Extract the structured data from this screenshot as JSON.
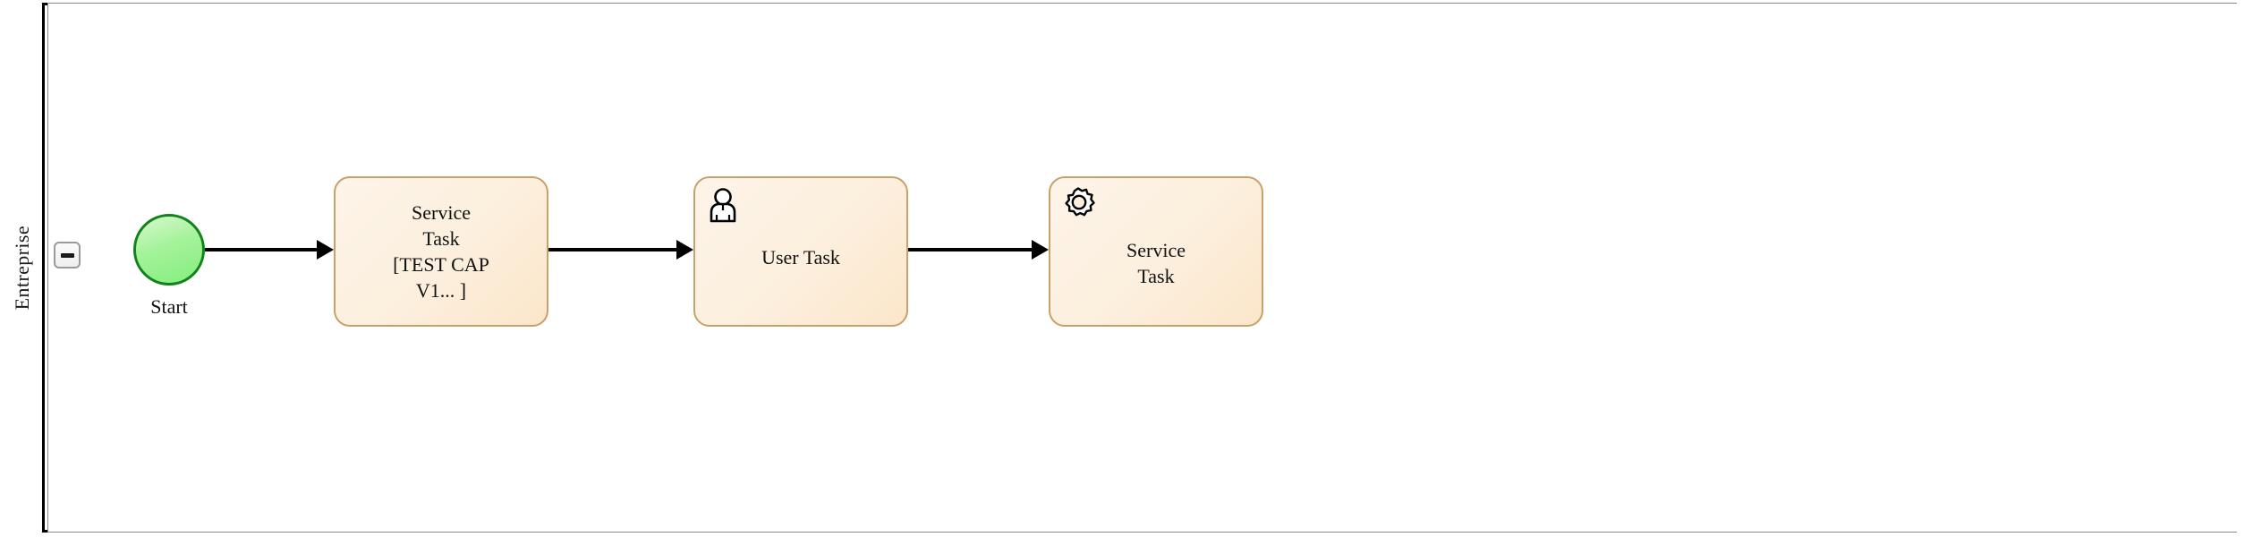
{
  "diagram": {
    "type": "bpmn-process",
    "pool": {
      "lane_label": "Entreprise",
      "collapse_button": {
        "icon": "minus-icon",
        "state": "expanded"
      }
    },
    "colors": {
      "pool_border": "#000000",
      "lane_divider": "#8a8a8a",
      "task_fill": "#fcefdd",
      "task_border": "#c8a06c",
      "start_fill": "#a4f29a",
      "start_border": "#12821a",
      "flow_stroke": "#000000",
      "canvas_background": "#ffffff"
    },
    "nodes": [
      {
        "id": "start-event",
        "kind": "start-event",
        "label": "Start",
        "icon": "none"
      },
      {
        "id": "task-1",
        "kind": "service-task",
        "label": "Service\nTask\n[TEST CAP\nV1... ]",
        "icon": "none"
      },
      {
        "id": "task-2",
        "kind": "user-task",
        "label": "User Task",
        "icon": "user-icon"
      },
      {
        "id": "task-3",
        "kind": "service-task",
        "label": "Service\nTask",
        "icon": "gear-icon"
      }
    ],
    "flows": [
      {
        "id": "flow-1",
        "from": "start-event",
        "to": "task-1",
        "label": ""
      },
      {
        "id": "flow-2",
        "from": "task-1",
        "to": "task-2",
        "label": ""
      },
      {
        "id": "flow-3",
        "from": "task-2",
        "to": "task-3",
        "label": ""
      }
    ]
  }
}
